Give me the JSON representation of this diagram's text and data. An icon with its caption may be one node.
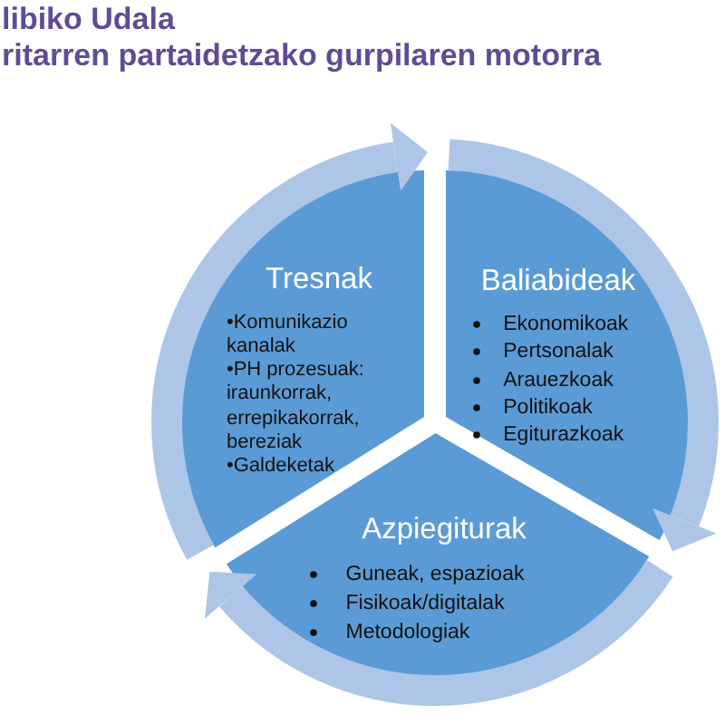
{
  "diagram": {
    "title": "libiko Udala",
    "nodes": [
      {
        "text": [
          "Tresnak",
          "•Komunikazio kanalak",
          "•PH prozesuak: iraunkorrak, errepikakorrak, bereziak",
          "•Galdeketak"
        ]
      },
      {
        "text": [
          "Baliabideak",
          "Ekonomikoak",
          "Pertsonalak",
          "Arauezkoak",
          "Politikoak",
          "Egiturazkoak"
        ]
      },
      {
        "text": [
          "Azpiegiturak",
          "Guneak, espazioak",
          "Fisikoak/digitalak",
          "Metodologiak"
        ]
      }
    ],
    "edges": [
      {
        "from": 0,
        "to": 1,
        "arrow": "to"
      },
      {
        "from": 1,
        "to": 2,
        "arrow": "to"
      },
      {
        "from": 2,
        "to": 0,
        "arrow": "to"
      }
    ],
    "labels": [
      "ritarren partaidetzako gurpilaren motorra"
    ]
  }
}
